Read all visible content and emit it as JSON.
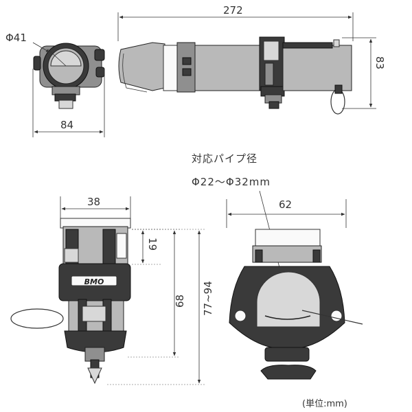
{
  "dimensions": {
    "top_length": "272",
    "top_height": "83",
    "end_diameter": "Φ41",
    "end_width": "84",
    "side_width": "38",
    "side_offset": "19",
    "side_height": "68",
    "side_height_range": "77~94",
    "front_width": "62"
  },
  "note": {
    "title": "対応パイプ径",
    "range": "Φ22～Φ32mm"
  },
  "unit_label": "(単位:mm)",
  "logo_text": "BMO"
}
